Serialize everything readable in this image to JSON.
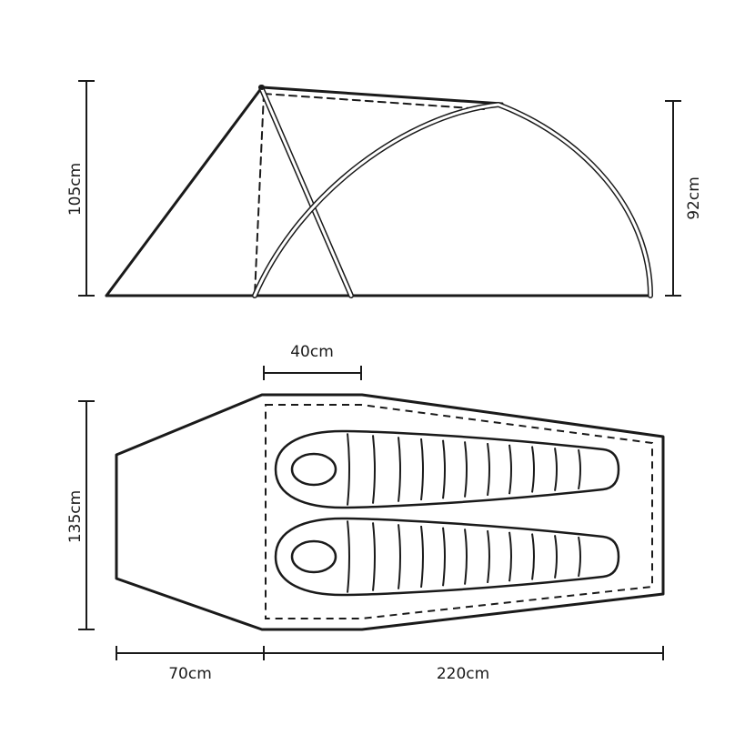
{
  "side_view": {
    "height_front": "105cm",
    "height_rear": "92cm"
  },
  "floor_plan": {
    "width_pole_gap": "40cm",
    "width_total": "135cm",
    "length_vestibule": "70cm",
    "length_inner": "220cm"
  },
  "colors": {
    "outline": "#1a1a1a",
    "pole_fill": "#ffffff"
  }
}
